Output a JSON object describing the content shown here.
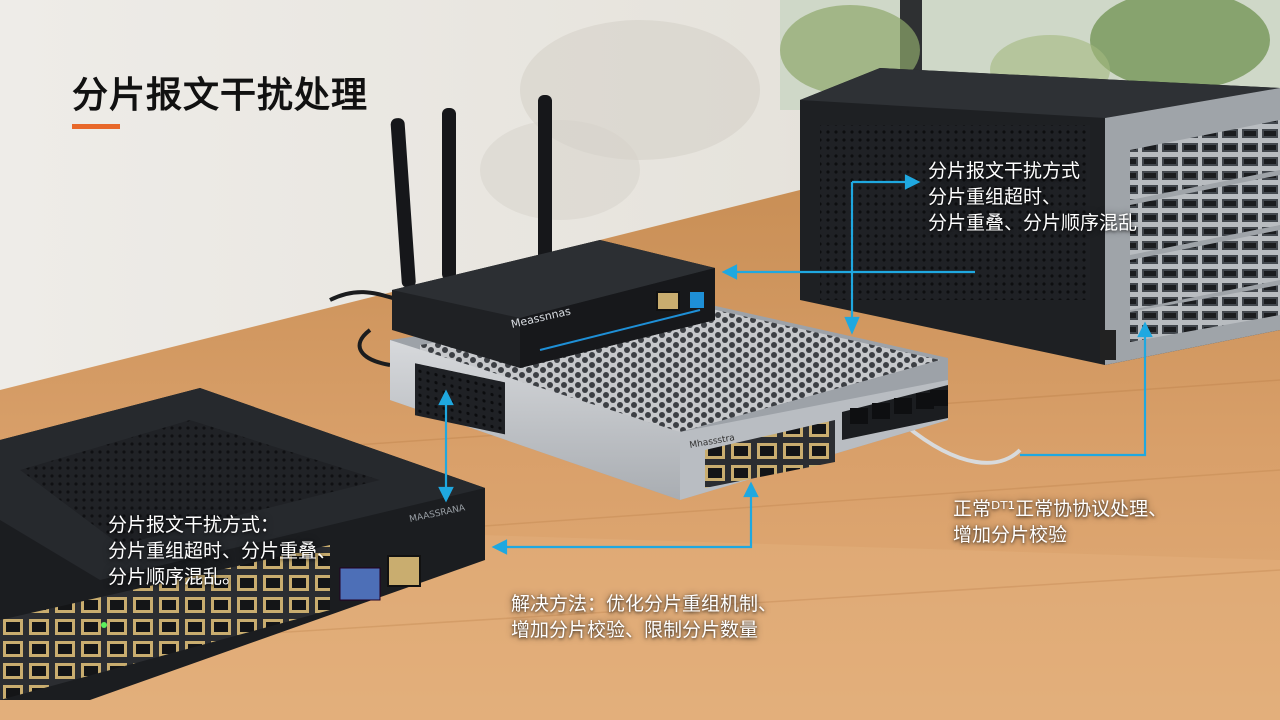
{
  "slide": {
    "title": "分片报文干扰处理",
    "accent_color": "#e8682a",
    "arrow_color": "#1fa8e0"
  },
  "annotations": {
    "top_right": {
      "line1": "分片报文干扰方式",
      "line2": "分片重组超时、",
      "line3": "分片重叠、分片顺序混乱"
    },
    "left": {
      "line1": "分片报文干扰方式：",
      "line2": "分片重组超时、分片重叠、",
      "line3": "分片顺序混乱。"
    },
    "right": {
      "line1": "正常ᴰᵀ¹正常协协议处理、",
      "line2": "增加分片校验"
    },
    "bottom": {
      "line1": "解决方法：优化分片重组机制、",
      "line2": "增加分片校验、限制分片数量"
    }
  },
  "devices": {
    "router_label": "Meassnnas",
    "switch_label": "Mhassstra",
    "left_switch_label": "MAASSRANA"
  },
  "icons": [
    "antenna-icon",
    "ethernet-port-icon",
    "arrow-icon"
  ]
}
